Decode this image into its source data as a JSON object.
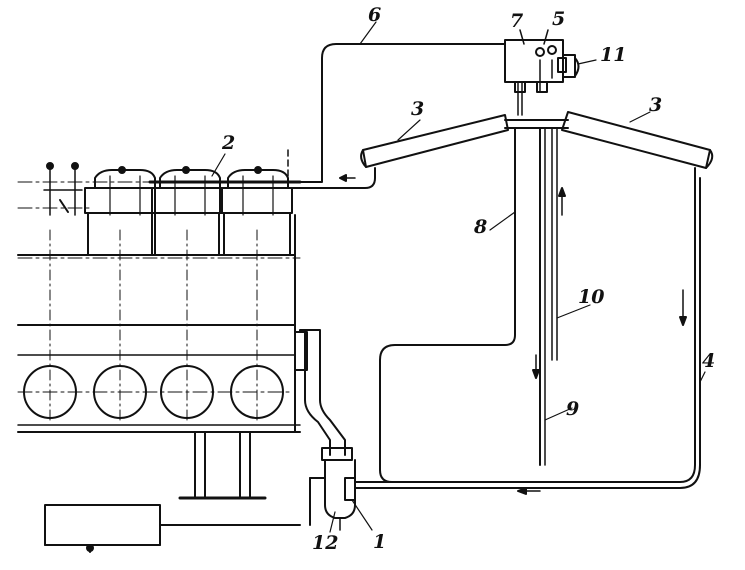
{
  "diagram": {
    "labels": {
      "n1": "1",
      "n2": "2",
      "n3a": "3",
      "n3b": "3",
      "n4": "4",
      "n5": "5",
      "n6": "6",
      "n7": "7",
      "n8": "8",
      "n9": "9",
      "n10": "10",
      "n11": "11",
      "n12": "12"
    },
    "colors": {
      "ink": "#111111",
      "background": "#ffffff"
    }
  }
}
